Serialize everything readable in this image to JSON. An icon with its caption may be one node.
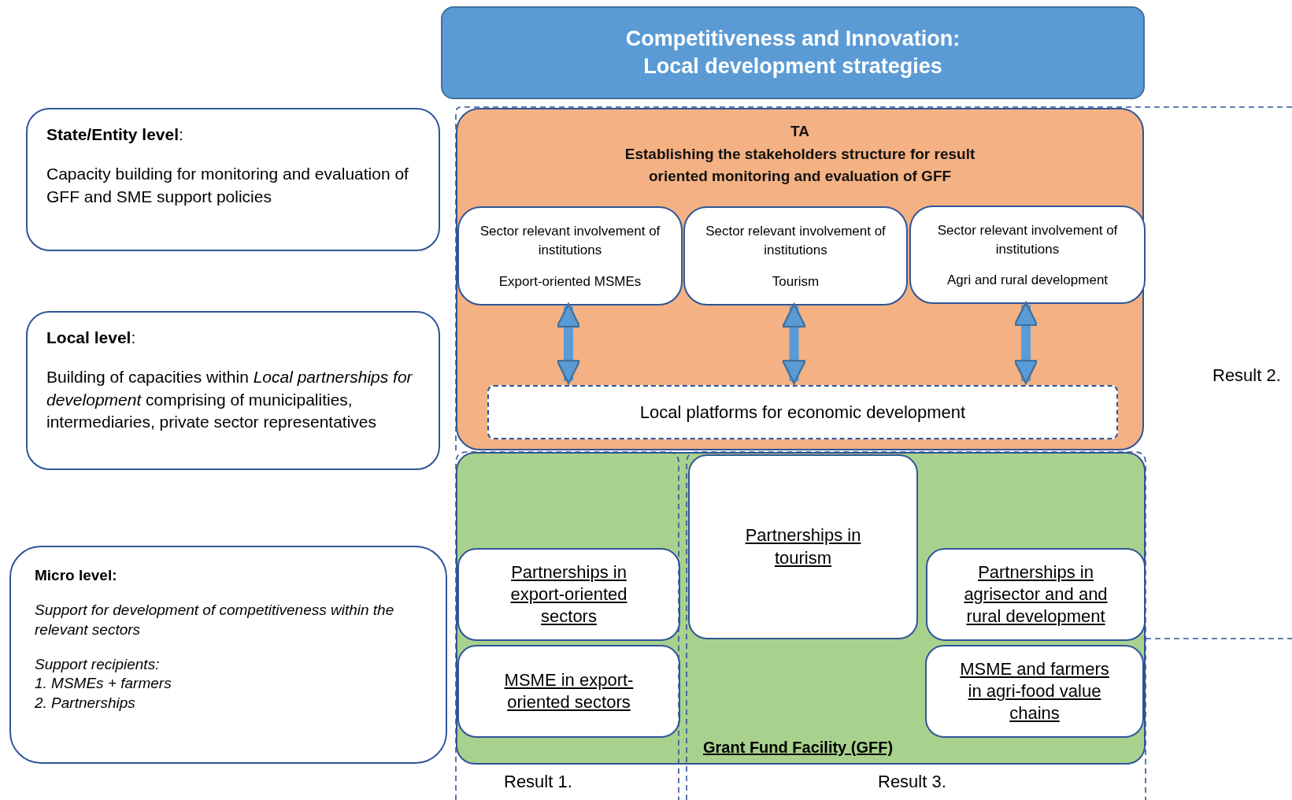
{
  "diagram": {
    "nodes": [
      {
        "text": [
          "Competitiveness and Innovation: Local development strategies"
        ]
      },
      {
        "text": [
          "TA",
          "Establishing the stakeholders structure for result oriented monitoring and evaluation of GFF"
        ]
      },
      {
        "text": [
          "Sector relevant involvement of institutions",
          "Export-oriented MSMEs"
        ],
        "in": 1
      },
      {
        "text": [
          "Sector relevant involvement of institutions",
          "Tourism"
        ],
        "in": 1
      },
      {
        "text": [
          "Sector relevant involvement of institutions",
          "Agri and rural development"
        ],
        "in": 1
      },
      {
        "text": [
          "Local platforms for economic development"
        ],
        "in": 1
      },
      {
        "text": [
          "**State/Entity level**:",
          "Capacity building for monitoring and evaluation of GFF and SME support policies"
        ]
      },
      {
        "text": [
          "**Local level**:",
          "Building of capacities within *Local partnerships for development* comprising of municipalities, intermediaries, private sector representatives"
        ]
      },
      {
        "text": [
          "Micro level:",
          "Support for development of competitiveness within the relevant sectors",
          "Support recipients:",
          "1. MSMEs + farmers",
          "2. Partnerships"
        ]
      },
      {
        "text": [
          "Grant Fund Facility (GFF)"
        ]
      },
      {
        "text": [
          "Partnerships in tourism"
        ],
        "in": 9
      },
      {
        "text": [
          "Partnerships in export-oriented sectors"
        ],
        "in": 9
      },
      {
        "text": [
          "Partnerships in agrisector and and rural development"
        ],
        "in": 9
      },
      {
        "text": [
          "MSME in export-oriented sectors"
        ],
        "in": 9
      },
      {
        "text": [
          "MSME and farmers in agri-food value chains"
        ],
        "in": 9
      }
    ],
    "edges": [
      {
        "from": 2,
        "to": 5,
        "arrow": "both"
      },
      {
        "from": 3,
        "to": 5,
        "arrow": "both"
      },
      {
        "from": 4,
        "to": 5,
        "arrow": "both"
      }
    ],
    "labels": [
      "Result 2.",
      "Result 1.",
      "Result 3."
    ]
  }
}
